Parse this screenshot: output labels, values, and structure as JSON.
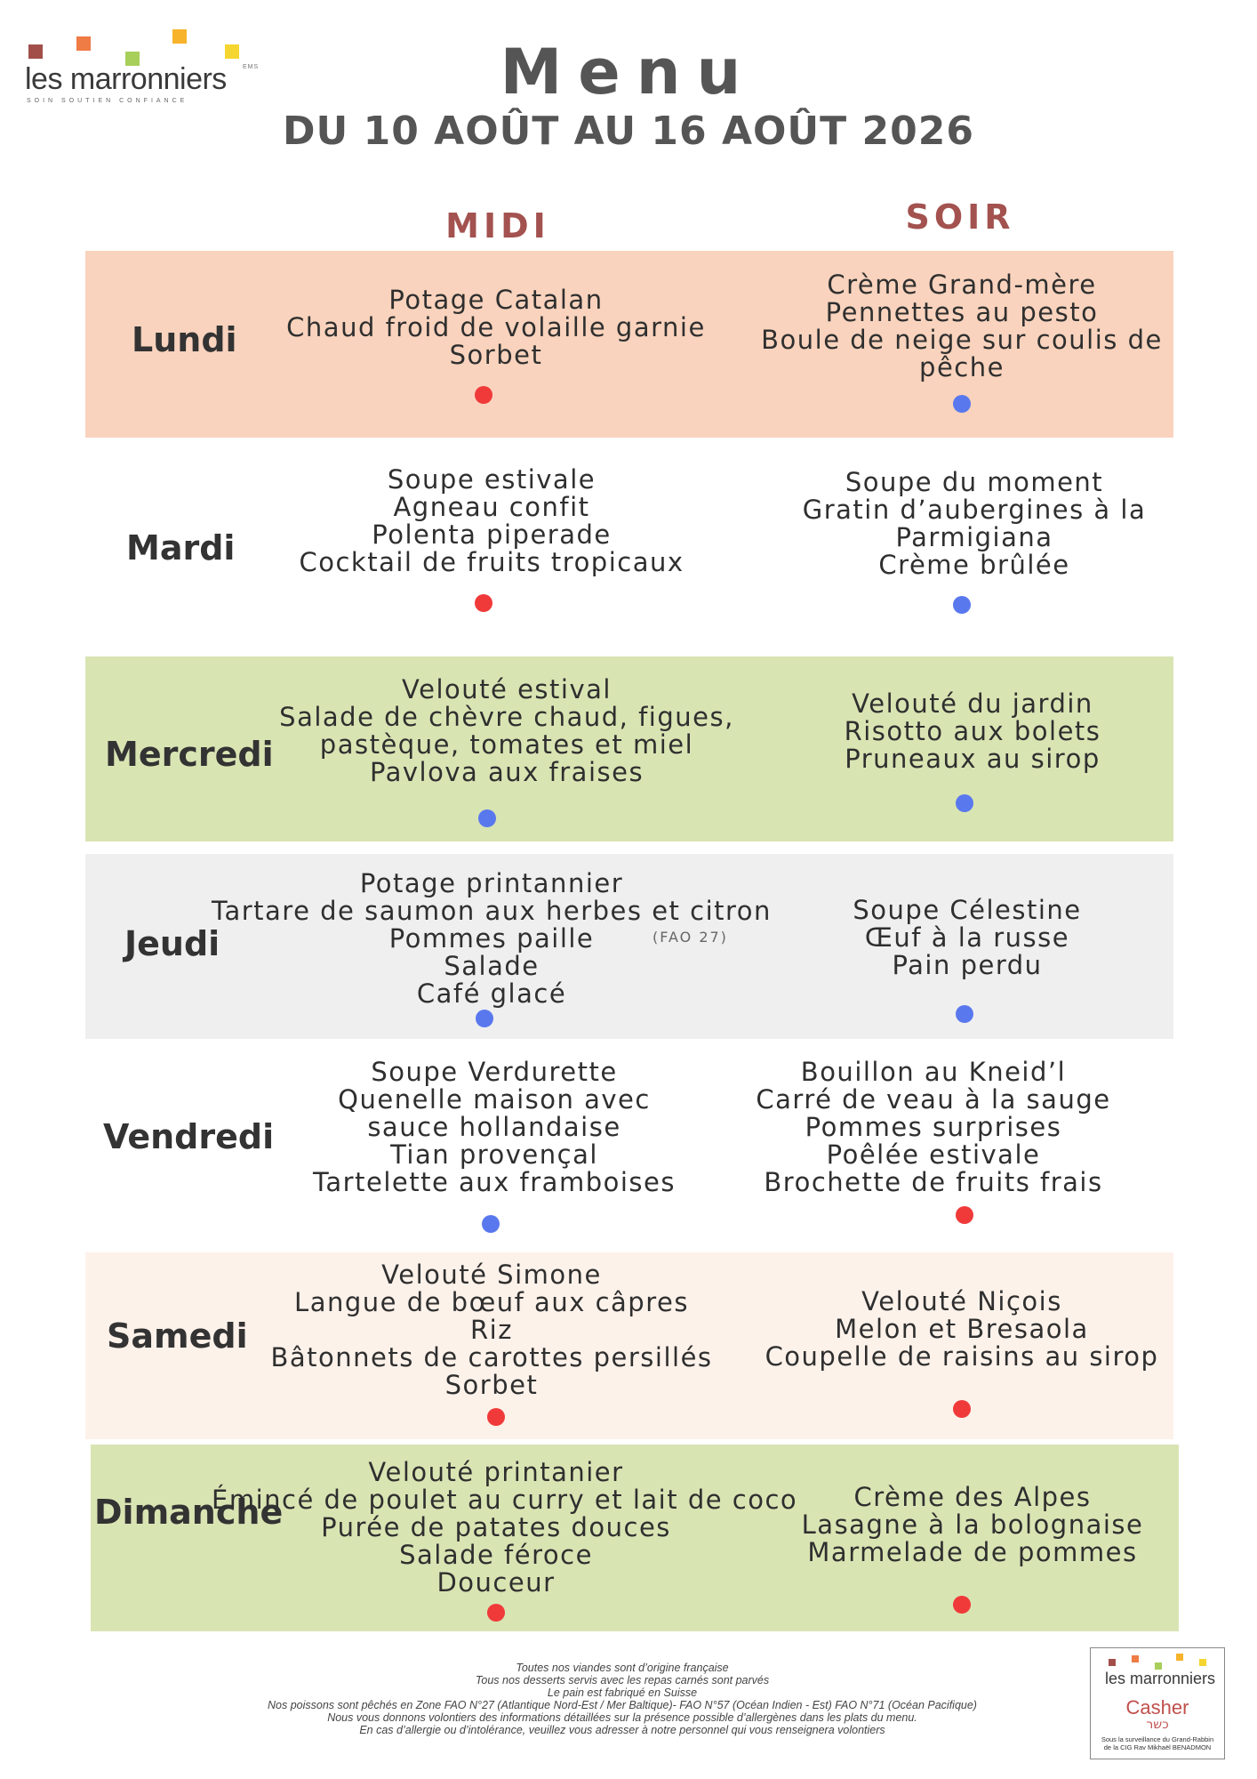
{
  "logo": {
    "name": "les marronniers",
    "ems": "EMS",
    "tagline": "SOIN SOUTIEN CONFIANCE"
  },
  "header": {
    "title": "Menu",
    "subtitle": "DU 10 AOÛT AU 16 AOÛT 2026"
  },
  "columns": {
    "midi": "MIDI",
    "soir": "SOIR"
  },
  "colors": {
    "red_dot": "#f03a3a",
    "blue_dot": "#5a78ee",
    "heading": "#a3524f"
  },
  "days": [
    {
      "day": "Lundi",
      "bg": "#f9d3bd",
      "midi": [
        "Potage Catalan",
        "Chaud froid de volaille garnie",
        "Sorbet"
      ],
      "midi_dot": "red",
      "soir": [
        "Crème Grand-mère",
        "Pennettes au pesto",
        "Boule de neige sur coulis de",
        "pêche"
      ],
      "soir_dot": "blue"
    },
    {
      "day": "Mardi",
      "bg": "#ffffff",
      "midi": [
        "Soupe estivale",
        "Agneau confit",
        "Polenta piperade",
        "Cocktail de fruits tropicaux"
      ],
      "midi_dot": "red",
      "soir": [
        "Soupe du moment",
        "Gratin d’aubergines à la",
        "Parmigiana",
        "Crème brûlée"
      ],
      "soir_dot": "blue"
    },
    {
      "day": "Mercredi",
      "bg": "#d9e4b3",
      "midi": [
        "Velouté estival",
        "Salade de chèvre chaud, figues,",
        "pastèque, tomates et miel",
        "Pavlova aux fraises"
      ],
      "midi_dot": "blue",
      "soir": [
        "Velouté du jardin",
        "Risotto aux bolets",
        "Pruneaux au sirop"
      ],
      "soir_dot": "blue"
    },
    {
      "day": "Jeudi",
      "bg": "#efefef",
      "midi": [
        "Potage printannier",
        "Tartare de saumon aux herbes et citron",
        "Pommes paille",
        "Salade",
        "Café glacé"
      ],
      "midi_dot": "blue",
      "midi_note": "(FAO 27)",
      "soir": [
        "Soupe Célestine",
        "Œuf à la russe",
        "Pain perdu"
      ],
      "soir_dot": "blue"
    },
    {
      "day": "Vendredi",
      "bg": "#ffffff",
      "midi": [
        "Soupe Verdurette",
        "Quenelle maison avec",
        "sauce hollandaise",
        "Tian provençal",
        "Tartelette aux framboises"
      ],
      "midi_dot": "blue",
      "soir": [
        "Bouillon au Kneid’l",
        "Carré de veau à la sauge",
        "Pommes surprises",
        "Poêlée estivale",
        "Brochette de fruits frais"
      ],
      "soir_dot": "red"
    },
    {
      "day": "Samedi",
      "bg": "#fdf2ea",
      "midi": [
        "Velouté Simone",
        "Langue de bœuf aux câpres",
        "Riz",
        "Bâtonnets de carottes persillés",
        "Sorbet"
      ],
      "midi_dot": "red",
      "soir": [
        "Velouté Niçois",
        "Melon et Bresaola",
        "Coupelle de raisins au sirop"
      ],
      "soir_dot": "red"
    },
    {
      "day": "Dimanche",
      "bg": "#d9e4b3",
      "midi": [
        "Velouté printanier",
        "Émincé de poulet au curry et lait de coco",
        "Purée de patates douces",
        "Salade féroce",
        "Douceur"
      ],
      "midi_dot": "red",
      "soir": [
        "Crème des Alpes",
        "Lasagne à la bolognaise",
        "Marmelade de pommes"
      ],
      "soir_dot": "red"
    }
  ],
  "footer": [
    "Toutes nos viandes sont d’origine française",
    "Tous nos desserts servis avec les repas carnés sont parvés",
    "Le pain est fabriqué en Suisse",
    "Nos poissons sont pêchés en Zone FAO N°27 (Atlantique Nord-Est / Mer Baltique)- FAO N°57 (Océan Indien - Est) FAO N°71 (Océan Pacifique)",
    "Nous vous donnons volontiers des informations détaillées sur la présence possible d’allergènes dans les plats du menu.",
    "En cas d’allergie ou d’intolérance, veuillez vous adresser à notre personnel qui vous renseignera volontiers"
  ],
  "casher_badge": {
    "name": "les marronniers",
    "label": "Casher",
    "hebrew": "כשר",
    "supervision": [
      "Sous la surveillance du Grand-Rabbin",
      "de la CIG Rav Mikhaël BENADMON"
    ]
  }
}
